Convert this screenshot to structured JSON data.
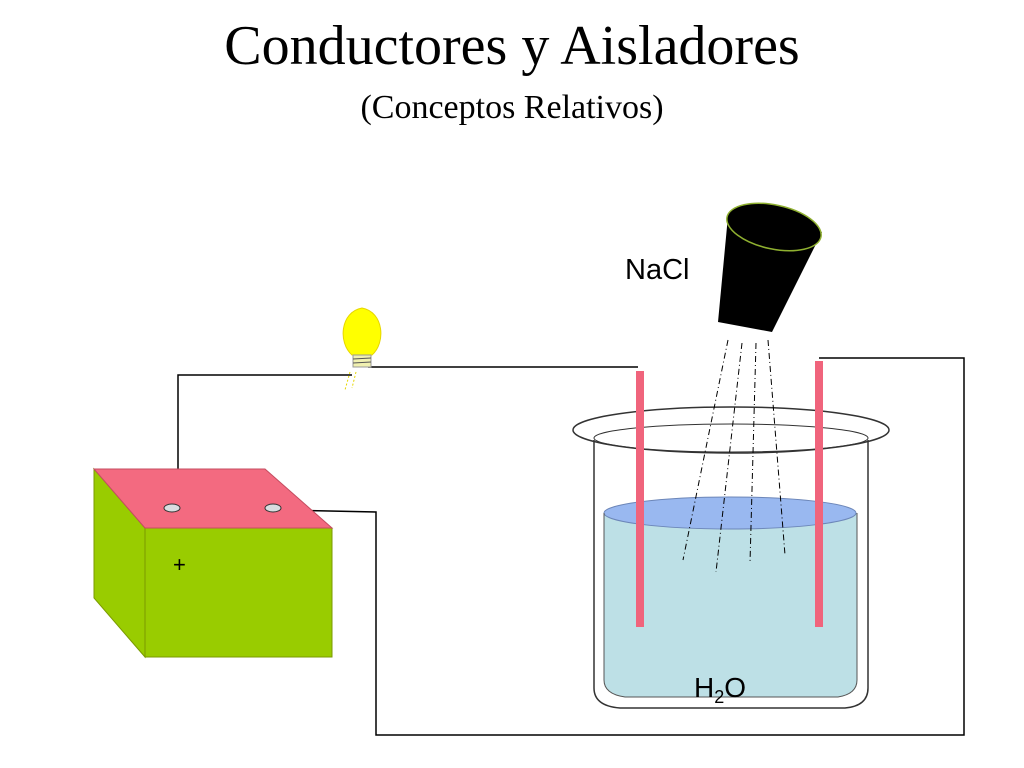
{
  "title": "Conductores y Aisladores",
  "subtitle": "(Conceptos Relativos)",
  "labels": {
    "salt": "NaCl",
    "water_main": "H",
    "water_sub": "2",
    "water_end": "O",
    "battery_plus": "+"
  },
  "colors": {
    "battery_top": "#f36a80",
    "battery_side": "#99cc00",
    "electrode": "#f0647c",
    "water": "#bde0e6",
    "water_surface": "#99b8f0",
    "bulb": "#ffff00",
    "salt_shaker": "#000000",
    "wire": "#000000"
  }
}
